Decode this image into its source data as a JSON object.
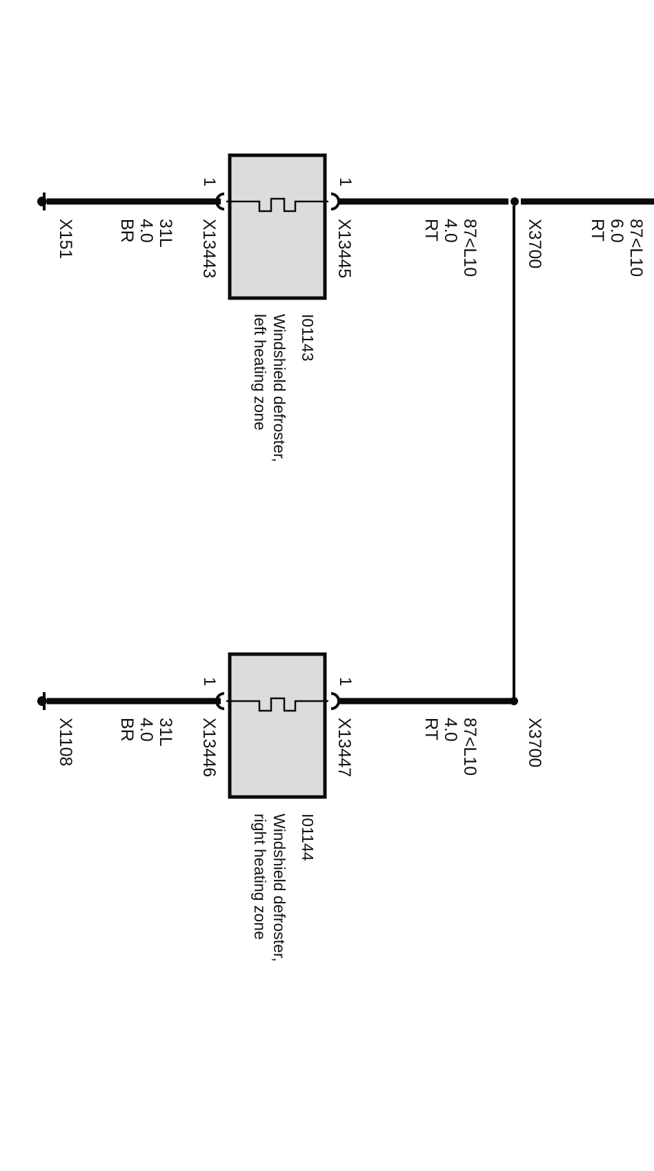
{
  "colors": {
    "wire": "#0a0a0a",
    "component_fill": "#dcdcdc",
    "background": "#ffffff"
  },
  "components": [
    {
      "id": "I01143",
      "desc_line1": "Windshield defroster,",
      "desc_line2": "left heating zone",
      "pin_top": "1",
      "pin_bottom": "1",
      "connector_top": "X13445",
      "connector_bottom": "X13443"
    },
    {
      "id": "I01144",
      "desc_line1": "Windshield defroster,",
      "desc_line2": "right heating zone",
      "pin_top": "1",
      "pin_bottom": "1",
      "connector_top": "X13447",
      "connector_bottom": "X13446"
    }
  ],
  "wires": {
    "feed_main": {
      "circuit": "87<L10",
      "size": "6.0",
      "color": "RT"
    },
    "feed_left": {
      "circuit": "87<L10",
      "size": "4.0",
      "color": "RT"
    },
    "feed_right": {
      "circuit": "87<L10",
      "size": "4.0",
      "color": "RT"
    },
    "ground_left": {
      "circuit": "31L",
      "size": "4.0",
      "color": "BR"
    },
    "ground_right": {
      "circuit": "31L",
      "size": "4.0",
      "color": "BR"
    }
  },
  "splices": {
    "left": "X3700",
    "right": "X3700"
  },
  "grounds": {
    "left": "X151",
    "right": "X1108"
  }
}
